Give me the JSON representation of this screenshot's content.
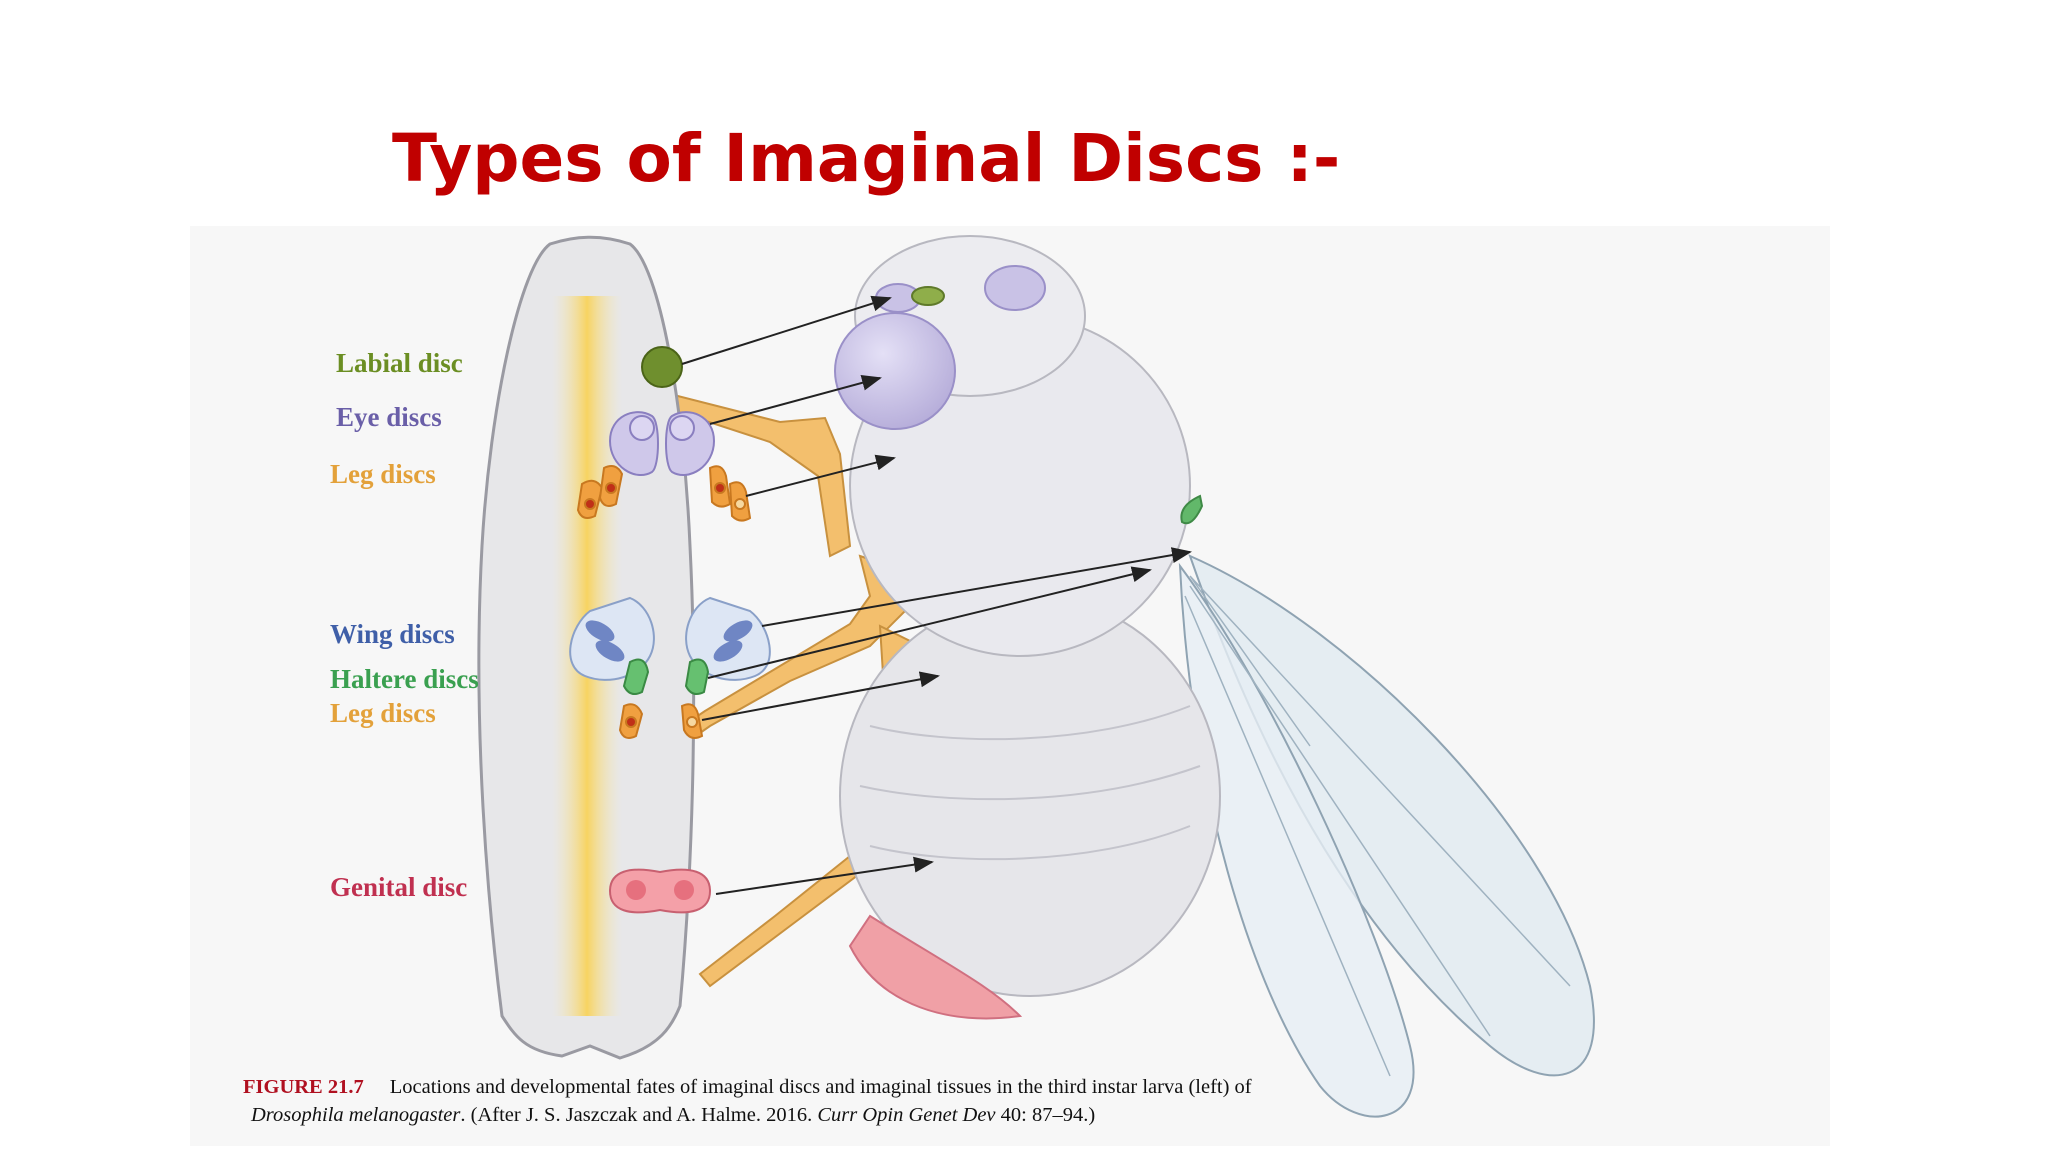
{
  "slide": {
    "title": "Types of Imaginal Discs :-"
  },
  "labels": {
    "labial": "Labial disc",
    "eye": "Eye discs",
    "leg_upper": "Leg discs",
    "wing": "Wing discs",
    "haltere": "Haltere discs",
    "leg_lower": "Leg discs",
    "genital": "Genital disc"
  },
  "colors": {
    "title": "#c00000",
    "labial": "#6b8e23",
    "eye": "#6a5fa8",
    "leg": "#e3a13a",
    "wing": "#3f5fa8",
    "haltere": "#3aa050",
    "genital": "#c03050"
  },
  "caption": {
    "figure_no": "FIGURE 21.7",
    "line1": "Locations and developmental fates of imaginal discs and imaginal tissues in the third instar larva (left) of",
    "species": "Drosophila melanogaster",
    "line2_a": ". (After J. S. Jaszczak and A. Halme. 2016. ",
    "journal": "Curr Opin Genet Dev",
    "line2_b": " 40: 87–94.)"
  }
}
